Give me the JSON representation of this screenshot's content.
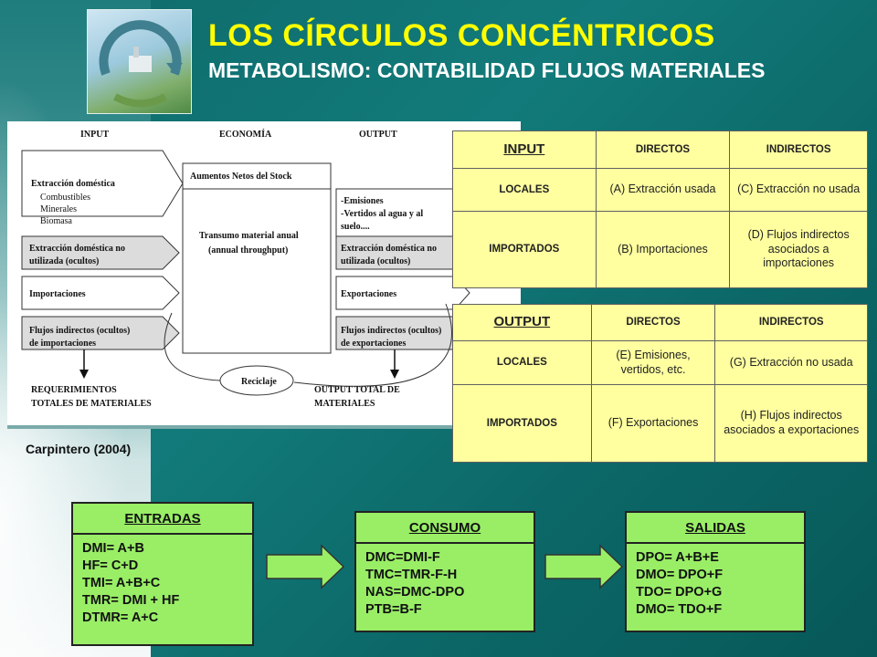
{
  "title": "LOS CÍRCULOS CONCÉNTRICOS",
  "subtitle": "METABOLISMO: CONTABILIDAD FLUJOS MATERIALES",
  "figure": {
    "col_input": "INPUT",
    "col_economia": "ECONOMÍA",
    "col_output": "OUTPUT",
    "input_block1_title": "Extracción doméstica",
    "input_block1_items": [
      "Combustibles",
      "Minerales",
      "Biomasa"
    ],
    "input_block2_line1": "Extracción doméstica no",
    "input_block2_line2": "utilizada (ocultos)",
    "input_block3": "Importaciones",
    "input_block4_line1": "Flujos indirectos (ocultos)",
    "input_block4_line2": "de importaciones",
    "stock_label": "Aumentos Netos del Stock",
    "throughput_line1": "Transumo material anual",
    "throughput_line2": "(annual throughput)",
    "reciclaje": "Reciclaje",
    "output_block1_line1": "-Emisiones",
    "output_block1_line2": "-Vertidos al agua y al",
    "output_block1_line3": "suelo....",
    "output_block2_line1": "Extracción doméstica no",
    "output_block2_line2": "utilizada (ocultos)",
    "output_block3": "Exportaciones",
    "output_block4_line1": "Flujos indirectos (ocultos)",
    "output_block4_line2": "de exportaciones",
    "req_line1": "REQUERIMIENTOS",
    "req_line2": "TOTALES DE MATERIALES",
    "out_line1": "OUTPUT TOTAL DE",
    "out_line2": "MATERIALES"
  },
  "caption": "Carpintero (2004)",
  "input_table": {
    "corner": "INPUT",
    "col1": "DIRECTOS",
    "col2": "INDIRECTOS",
    "row1_label": "LOCALES",
    "row1_c1": "(A) Extracción usada",
    "row1_c2": "(C) Extracción no usada",
    "row2_label": "IMPORTADOS",
    "row2_c1": "(B) Importaciones",
    "row2_c2": "(D) Flujos indirectos asociados a importaciones"
  },
  "output_table": {
    "corner": "OUTPUT",
    "col1": "DIRECTOS",
    "col2": "INDIRECTOS",
    "row1_label": "LOCALES",
    "row1_c1": "(E) Emisiones, vertidos, etc.",
    "row1_c2": "(G) Extracción no usada",
    "row2_label": "IMPORTADOS",
    "row2_c1": "(F) Exportaciones",
    "row2_c2": "(H) Flujos indirectos asociados a exportaciones"
  },
  "entradas": {
    "title": "ENTRADAS",
    "items": [
      "DMI= A+B",
      "HF= C+D",
      "TMI= A+B+C",
      "TMR= DMI + HF",
      "DTMR= A+C"
    ]
  },
  "consumo": {
    "title": "CONSUMO",
    "items": [
      "DMC=DMI-F",
      "TMC=TMR-F-H",
      "NAS=DMC-DPO",
      "PTB=B-F"
    ]
  },
  "salidas": {
    "title": "SALIDAS",
    "items": [
      "DPO= A+B+E",
      "DMO= DPO+F",
      "TDO= DPO+G",
      "DMO= TDO+F"
    ]
  },
  "colors": {
    "background": "#127a7a",
    "title": "#ffff00",
    "box_fill": "#99ee66",
    "table_fill": "#ffffa0"
  }
}
